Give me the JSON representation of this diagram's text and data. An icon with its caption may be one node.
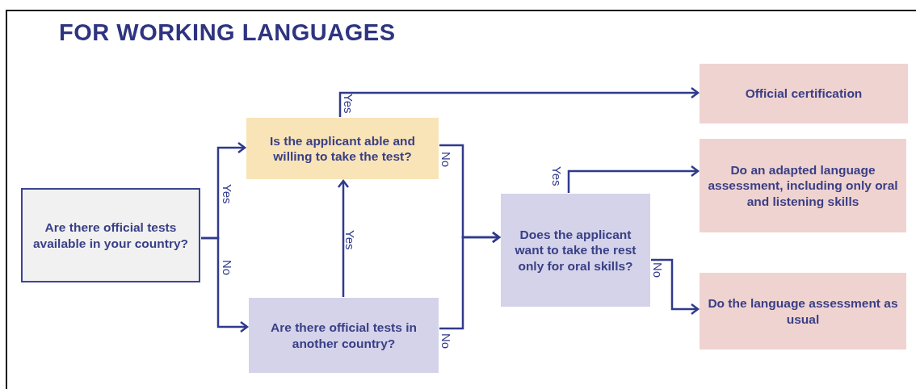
{
  "diagram": {
    "title": "FOR WORKING LANGUAGES",
    "nodes": [
      {
        "text": [
          "Are there official tests available in your country?"
        ]
      },
      {
        "text": [
          "Is the applicant able and willing to take the test?"
        ]
      },
      {
        "text": [
          "Are there official tests in another country?"
        ]
      },
      {
        "text": [
          "Does the applicant want to take the rest only for oral skills?"
        ]
      },
      {
        "text": [
          "Official certification"
        ]
      },
      {
        "text": [
          "Do an adapted language assessment, including only oral and listening skills"
        ]
      },
      {
        "text": [
          "Do the language assessment as usual"
        ]
      }
    ],
    "edges": [
      {
        "from": 0,
        "to": 1,
        "arrow": "to",
        "label": "Yes"
      },
      {
        "from": 0,
        "to": 2,
        "arrow": "to",
        "label": "No"
      },
      {
        "from": 2,
        "to": 1,
        "arrow": "to",
        "label": "Yes"
      },
      {
        "from": 1,
        "to": 4,
        "arrow": "to",
        "label": "Yes"
      },
      {
        "from": 1,
        "to": 3,
        "arrow": "to",
        "label": "No"
      },
      {
        "from": 2,
        "to": 3,
        "arrow": "to",
        "label": "No"
      },
      {
        "from": 3,
        "to": 5,
        "arrow": "to",
        "label": "Yes"
      },
      {
        "from": 3,
        "to": 6,
        "arrow": "to",
        "label": "No"
      }
    ]
  }
}
